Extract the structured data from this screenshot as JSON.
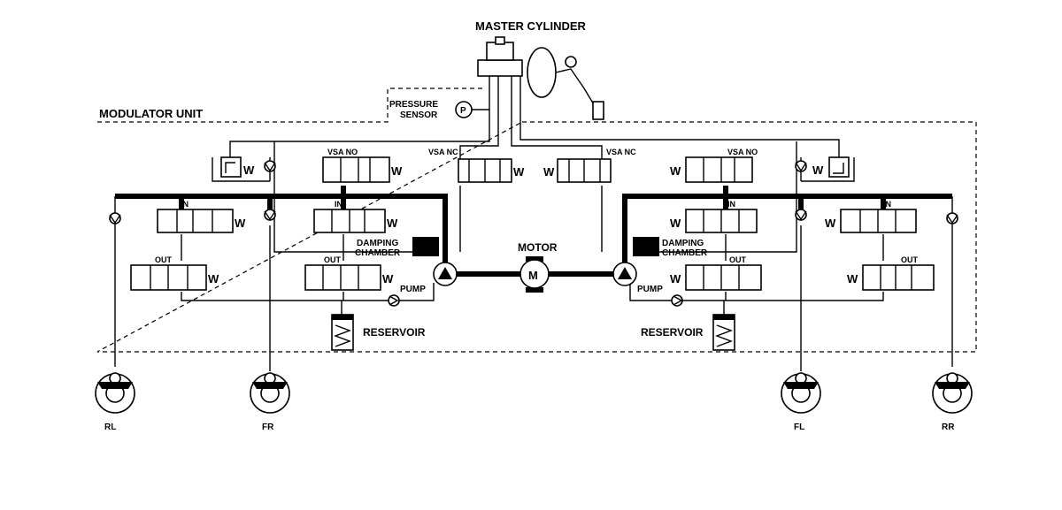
{
  "title": "MASTER CYLINDER",
  "labels": {
    "modulator_unit": "MODULATOR UNIT",
    "pressure": "PRESSURE",
    "sensor": "SENSOR",
    "pressure_symbol": "P",
    "vsa_no": "VSA NO",
    "vsa_nc": "VSA NC",
    "in": "IN",
    "out": "OUT",
    "damping": "DAMPING",
    "chamber": "CHAMBER",
    "motor": "MOTOR",
    "motor_symbol": "M",
    "pump": "PUMP",
    "reservoir": "RESERVOIR",
    "spring_symbol": "W"
  },
  "wheels": [
    "RL",
    "FR",
    "FL",
    "RR"
  ]
}
